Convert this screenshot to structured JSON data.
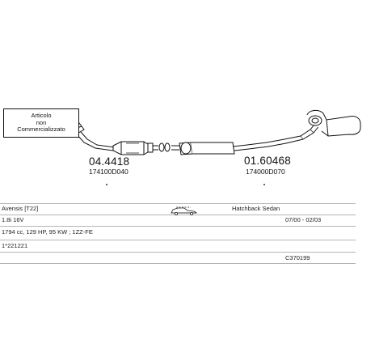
{
  "note": {
    "lines": [
      "Articolo",
      "non",
      "Commercializzato"
    ]
  },
  "parts": [
    {
      "number": "04.4418",
      "oem": "174100D040"
    },
    {
      "number": "01.60468",
      "oem": "174000D070"
    }
  ],
  "vehicle": {
    "model": "Avensis [T22]",
    "body_type": "Hatchback Sedan",
    "engine": "1.8i 16V",
    "production_period": "07/00 - 02/03",
    "engine_specs": "1794 cc, 129 HP, 95 KW ; 1ZZ-FE",
    "reference": "1*221221",
    "catalog_code": "C370199"
  },
  "icons": {
    "car_body": "hatchback-sedan-icon"
  }
}
